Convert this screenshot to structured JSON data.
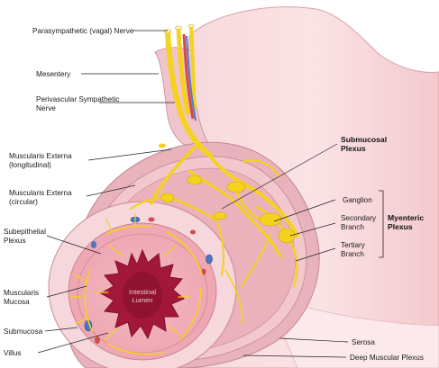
{
  "labels": {
    "parasympathetic": "Parasympathetic (vagal) Nerve",
    "mesentery": "Mesentery",
    "perivascular_1": "Perivascular Sympathetic",
    "perivascular_2": "Nerve",
    "musc_ext_long_1": "Muscularis Externa",
    "musc_ext_long_2": "(longitudinal)",
    "musc_ext_circ_1": "Muscularis Externa",
    "musc_ext_circ_2": "(circular)",
    "subepithelial_1": "Subepithelial",
    "subepithelial_2": "Plexus",
    "musc_mucosa_1": "Muscularis",
    "musc_mucosa_2": "Mucosa",
    "submucosa": "Submucosa",
    "villus": "Villus",
    "submucosal_plexus_1": "Submucosal",
    "submucosal_plexus_2": "Plexus",
    "ganglion": "Ganglion",
    "secondary_1": "Secondary",
    "secondary_2": "Branch",
    "tertiary_1": "Tertiary",
    "tertiary_2": "Branch",
    "myenteric_1": "Myenteric",
    "myenteric_2": "Plexus",
    "serosa": "Serosa",
    "deep_muscular": "Deep Muscular Plexus",
    "lumen_1": "Intestinal",
    "lumen_2": "Lumen"
  },
  "colors": {
    "nerve": "#f4d21d",
    "tube": "#f6d3d6",
    "muscle": "#e8a6b0",
    "lumen": "#a3173a",
    "serosa": "#fbe6e8"
  }
}
